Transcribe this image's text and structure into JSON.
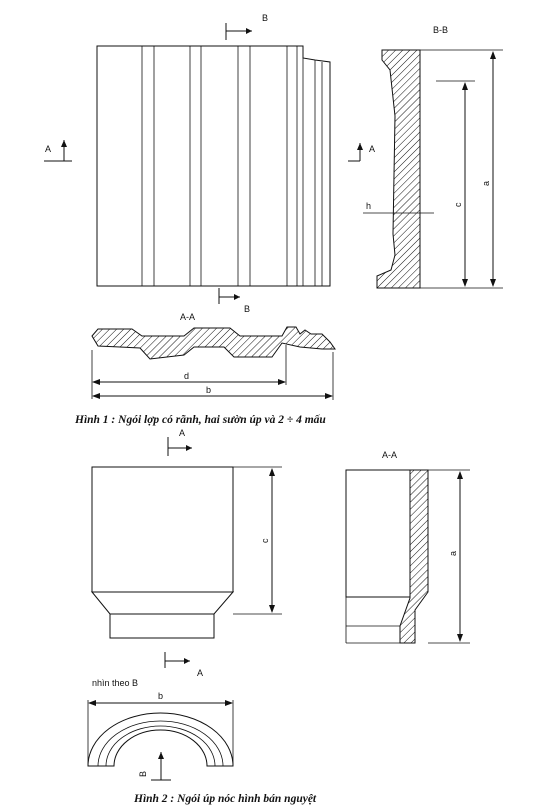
{
  "figure1": {
    "section_mark_b_top": "B",
    "section_title_bb": "B-B",
    "section_mark_a_left": "A",
    "section_mark_a_right": "A",
    "section_mark_b_bottom": "B",
    "section_title_aa": "A-A",
    "dim_a": "a",
    "dim_c": "c",
    "dim_h": "h",
    "dim_d": "d",
    "dim_b": "b",
    "caption": "Hình 1 : Ngói lợp có rãnh, hai sườn úp và 2 ÷ 4 mấu"
  },
  "figure2": {
    "section_mark_a_top": "A",
    "section_title_aa": "A-A",
    "dim_c": "c",
    "dim_a": "a",
    "section_mark_a_bottom": "A",
    "view_label": "nhìn theo B",
    "dim_b": "b",
    "section_mark_b": "B",
    "caption": "Hình 2 : Ngói úp nóc hình bán nguyệt"
  }
}
